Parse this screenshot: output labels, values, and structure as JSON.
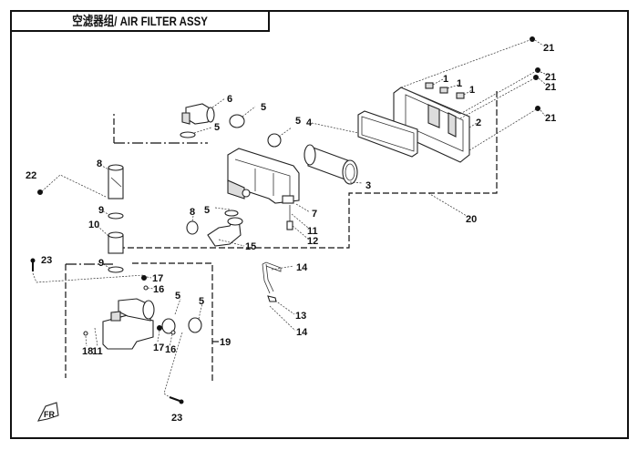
{
  "title": "空滤器组/ AIR FILTER ASSY",
  "callouts": {
    "c1a": "1",
    "c1b": "1",
    "c1c": "1",
    "c2": "2",
    "c3": "3",
    "c4": "4",
    "c5a": "5",
    "c5b": "5",
    "c5c": "5",
    "c5d": "5",
    "c5e": "5",
    "c5f": "5",
    "c6": "6",
    "c7": "7",
    "c8a": "8",
    "c8b": "8",
    "c9a": "9",
    "c9b": "9",
    "c10": "10",
    "c11a": "11",
    "c11b": "11",
    "c12": "12",
    "c13": "13",
    "c14a": "14",
    "c14b": "14",
    "c15": "15",
    "c16a": "16",
    "c16b": "16",
    "c17a": "17",
    "c17b": "17",
    "c18": "18",
    "c19": "19",
    "c20": "20",
    "c21a": "21",
    "c21b": "21",
    "c21c": "21",
    "c21d": "21",
    "c22": "22",
    "c23a": "23",
    "c23b": "23"
  },
  "front_marker": "FR"
}
